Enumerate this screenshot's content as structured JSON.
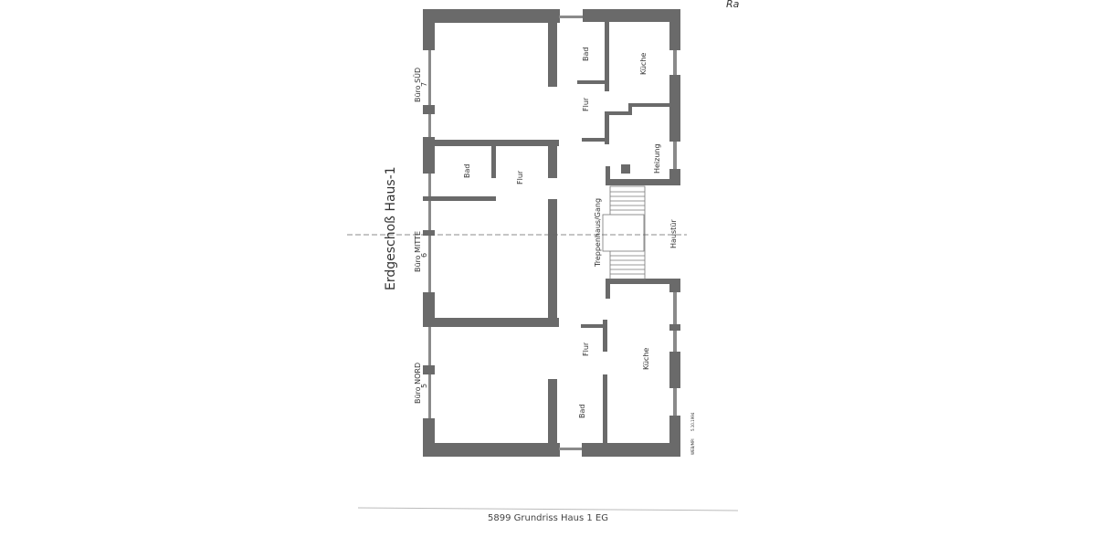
{
  "document": {
    "title": "Erdgeschoß Haus-1",
    "caption": "5899 Grundriss Haus 1 EG",
    "corner_mark": "Ra",
    "stamp_author": "WEB/MPI",
    "stamp_date": "5.10.1994"
  },
  "rooms": {
    "buero_sued": "Büro SÜD",
    "buero_sued_no": "7",
    "buero_mitte": "Büro MITTE",
    "buero_mitte_no": "6",
    "buero_nord": "Büro NORD",
    "buero_nord_no": "5",
    "bad_top": "Bad",
    "kueche_top": "Küche",
    "flur_top": "Flur",
    "heizung": "Heizung",
    "bad_mid": "Bad",
    "flur_mid": "Flur",
    "treppenhaus": "Treppenhaus/Gang",
    "haustuer": "Haustür",
    "flur_bottom": "Flur",
    "kueche_bottom": "Küche",
    "bad_bottom": "Bad"
  },
  "colors": {
    "wall": "#6a6a6a",
    "paper": "#ffffff"
  }
}
